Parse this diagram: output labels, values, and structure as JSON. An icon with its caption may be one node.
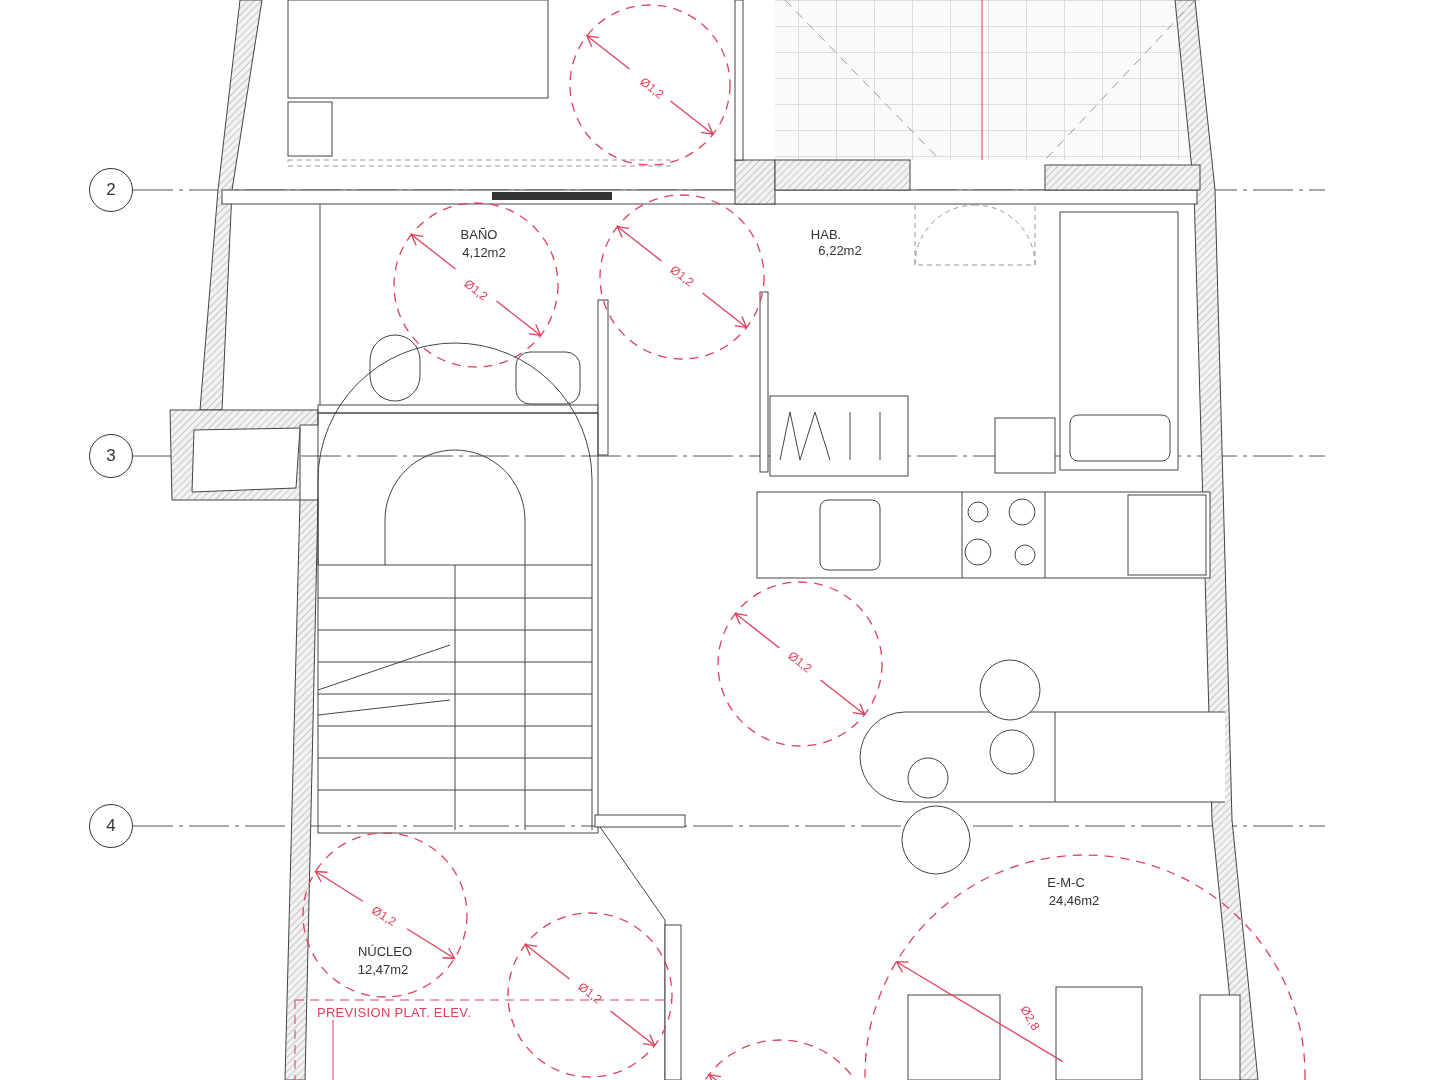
{
  "diagram": {
    "nodes": [
      {
        "text": [
          "2"
        ]
      },
      {
        "text": [
          "3"
        ]
      },
      {
        "text": [
          "4"
        ]
      }
    ],
    "labels": [
      "Ø1,2",
      "BAÑO",
      "4,12m2",
      "HAB.",
      "6,22m2",
      "Ø1,2",
      "Ø1,2",
      "Ø1,2",
      "E-M-C",
      "24,46m2",
      "Ø1,2",
      "NÚCLEO",
      "12,47m2",
      "Ø1,2",
      "PREVISION PLAT. ELEV.",
      "Ø2,8"
    ]
  }
}
